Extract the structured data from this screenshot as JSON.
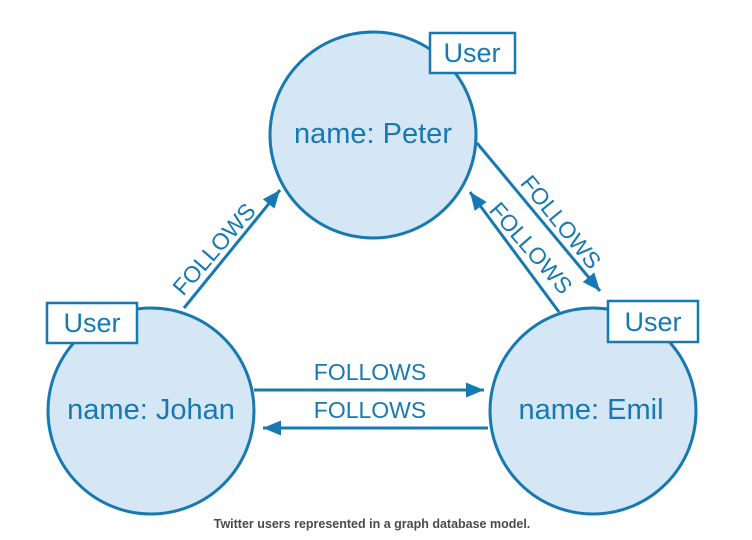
{
  "diagram": {
    "caption": "Twitter users represented in a graph database model.",
    "nodes": [
      {
        "id": "peter",
        "type": "User",
        "name": "name: Peter"
      },
      {
        "id": "johan",
        "type": "User",
        "name": "name: Johan"
      },
      {
        "id": "emil",
        "type": "User",
        "name": "name: Emil"
      }
    ],
    "edges": [
      {
        "from": "johan",
        "to": "peter",
        "label": "FOLLOWS"
      },
      {
        "from": "peter",
        "to": "emil",
        "label": "FOLLOWS"
      },
      {
        "from": "emil",
        "to": "peter",
        "label": "FOLLOWS"
      },
      {
        "from": "johan",
        "to": "emil",
        "label": "FOLLOWS"
      },
      {
        "from": "emil",
        "to": "johan",
        "label": "FOLLOWS"
      }
    ],
    "colors": {
      "stroke": "#1779b2",
      "node_fill": "#d5e6f4",
      "caption": "#4a4a4a",
      "background": "#ffffff"
    }
  }
}
